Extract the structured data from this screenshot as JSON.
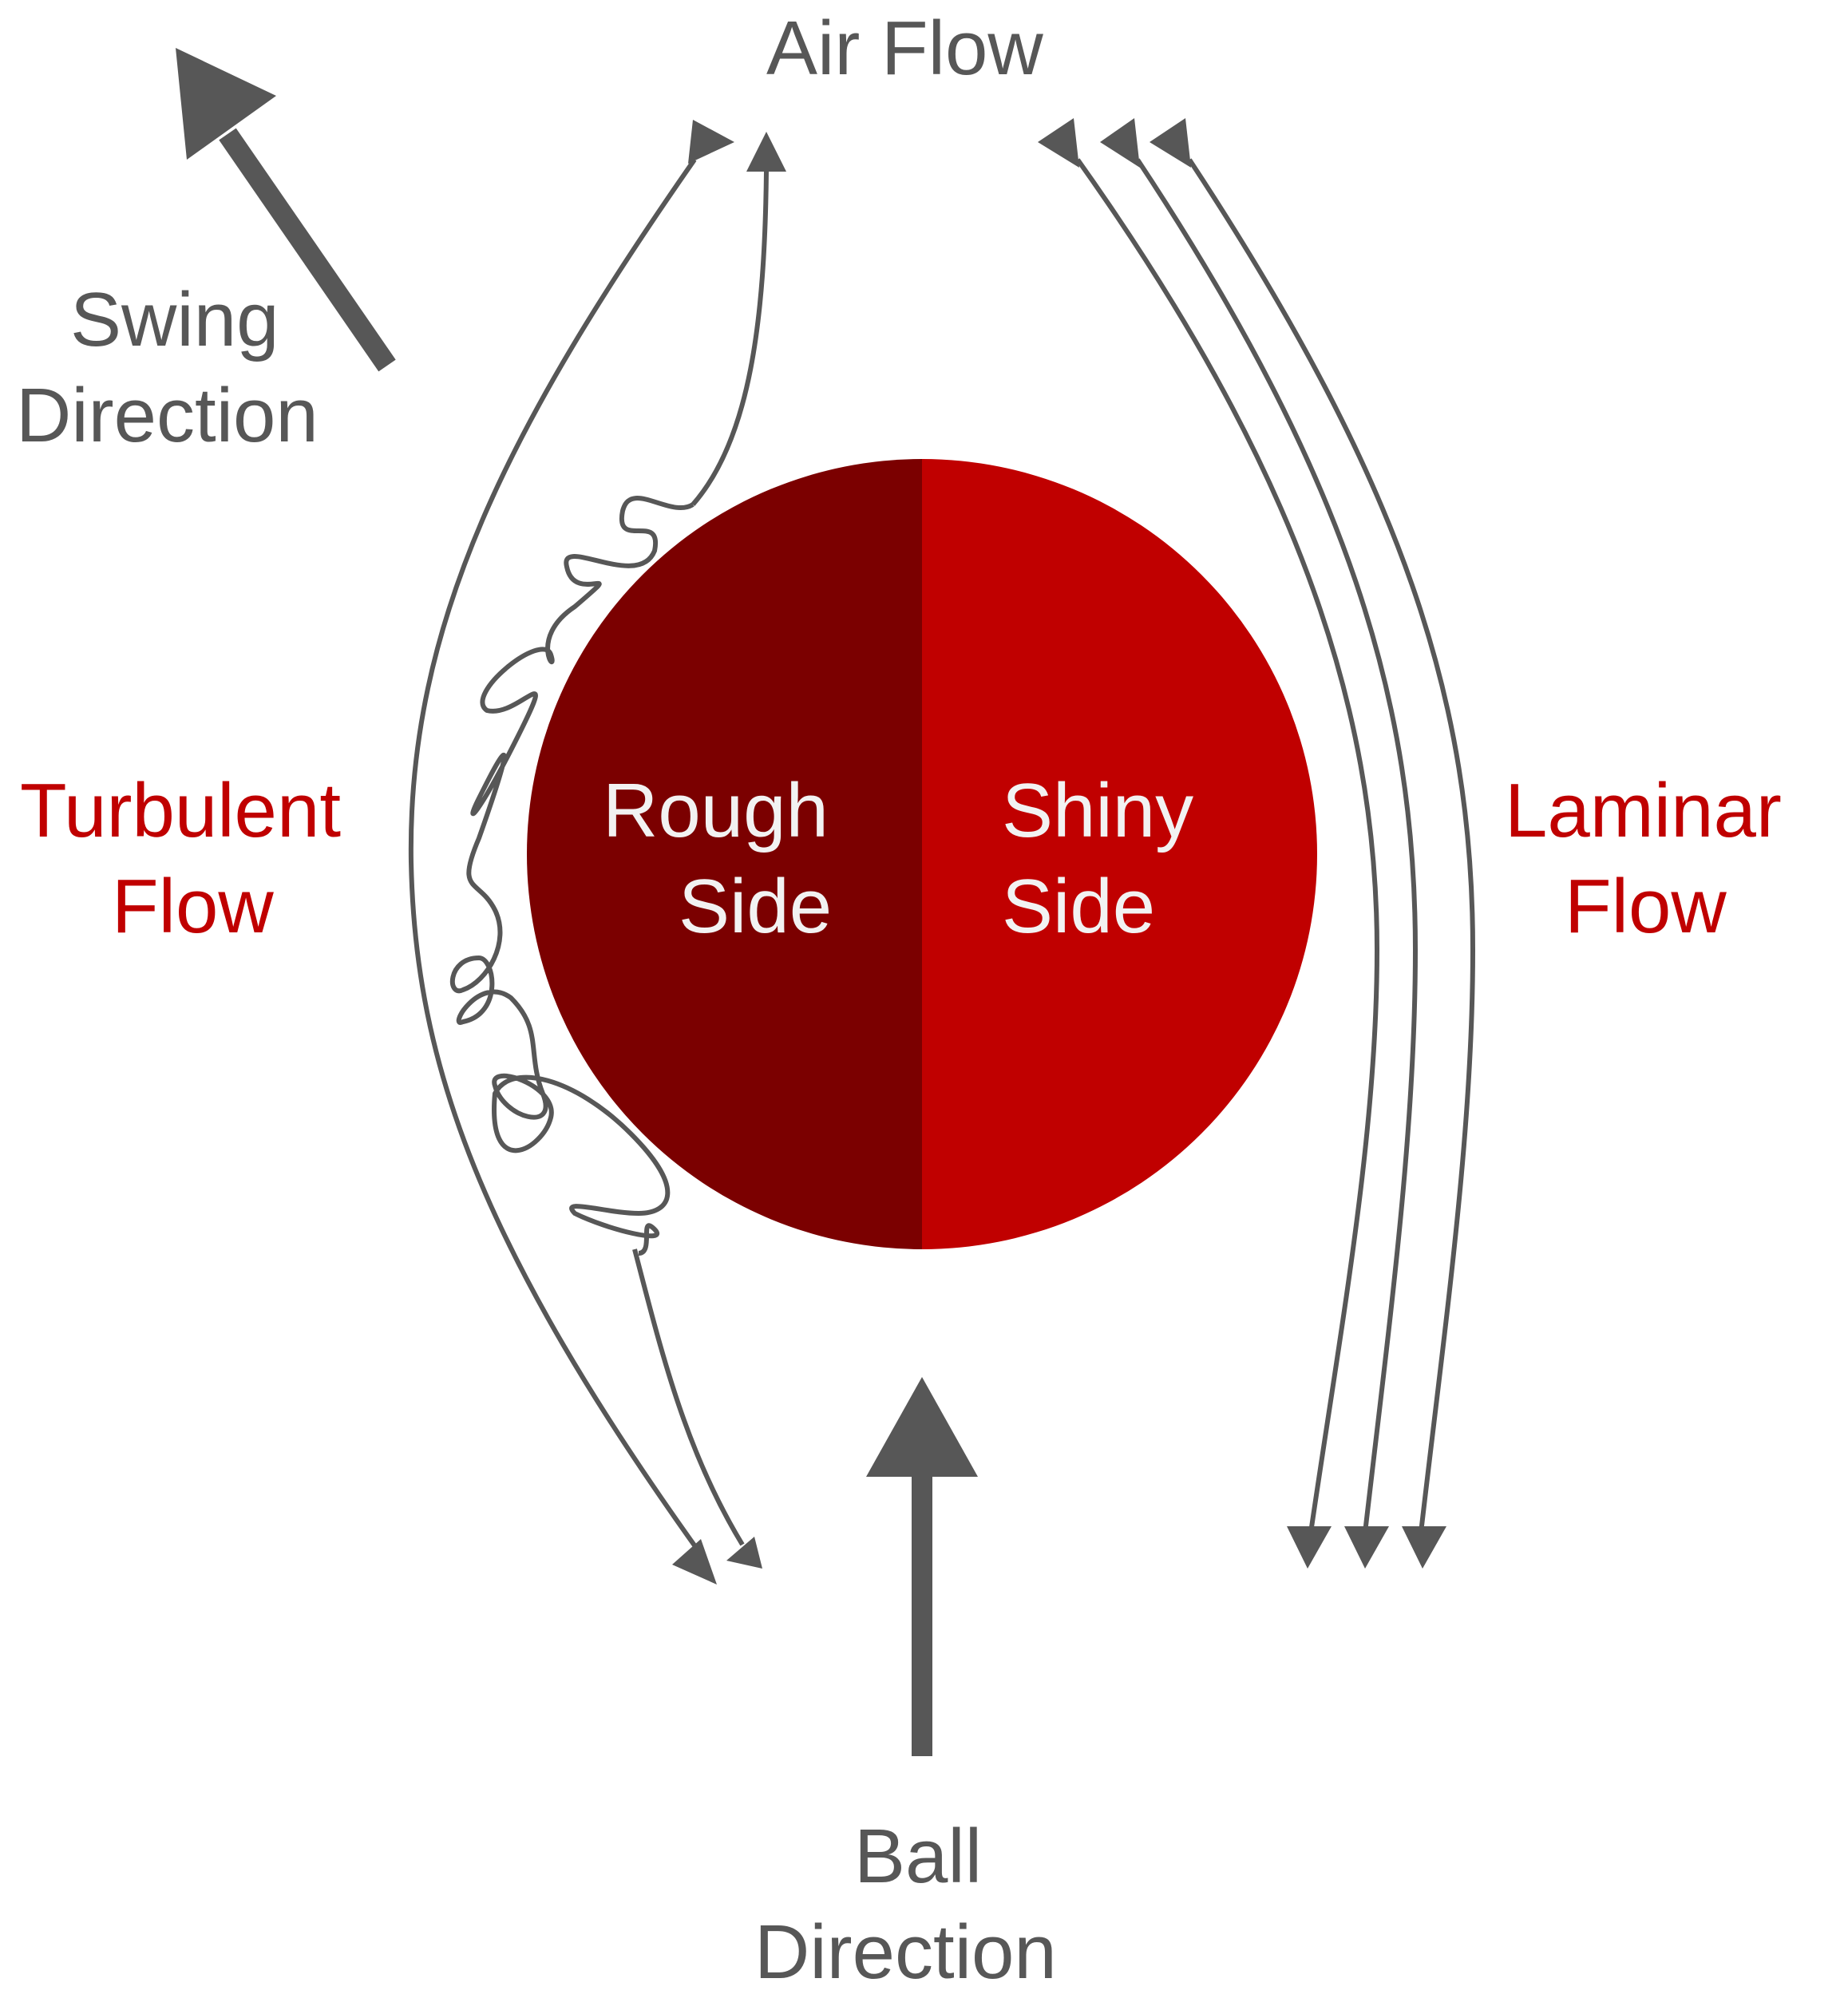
{
  "labels": {
    "air_flow": "Air Flow",
    "swing_line1": "Swing",
    "swing_line2": "Direction",
    "turbulent_line1": "Turbulent",
    "turbulent_line2": "Flow",
    "laminar_line1": "Laminar",
    "laminar_line2": "Flow",
    "rough_line1": "Rough",
    "rough_line2": "Side",
    "shiny_line1": "Shiny",
    "shiny_line2": "Side",
    "ball_line1": "Ball",
    "ball_line2": "Direction"
  },
  "colors": {
    "line": "#575757",
    "rough_side": "#7b0000",
    "shiny_side": "#c00000",
    "flow_label": "#c00000",
    "ball_text": "#f2f2f2"
  }
}
